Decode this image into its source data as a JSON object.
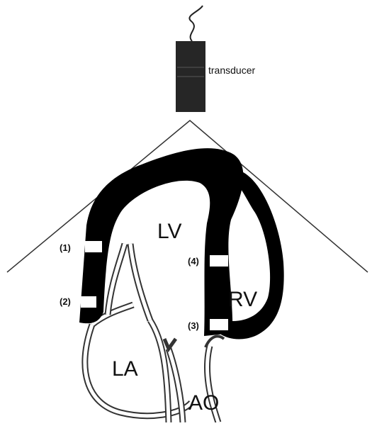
{
  "diagram": {
    "transducer_label": "transducer",
    "chambers": {
      "lv": "LV",
      "rv": "RV",
      "la": "LA",
      "ao": "AO"
    },
    "segments": [
      {
        "id": "1",
        "label": "(1)"
      },
      {
        "id": "2",
        "label": "(2)"
      },
      {
        "id": "3",
        "label": "(3)"
      },
      {
        "id": "4",
        "label": "(4)"
      }
    ],
    "colors": {
      "myocardium": "#000000",
      "sample_box": "#ffffff",
      "lines": "#222222"
    }
  }
}
